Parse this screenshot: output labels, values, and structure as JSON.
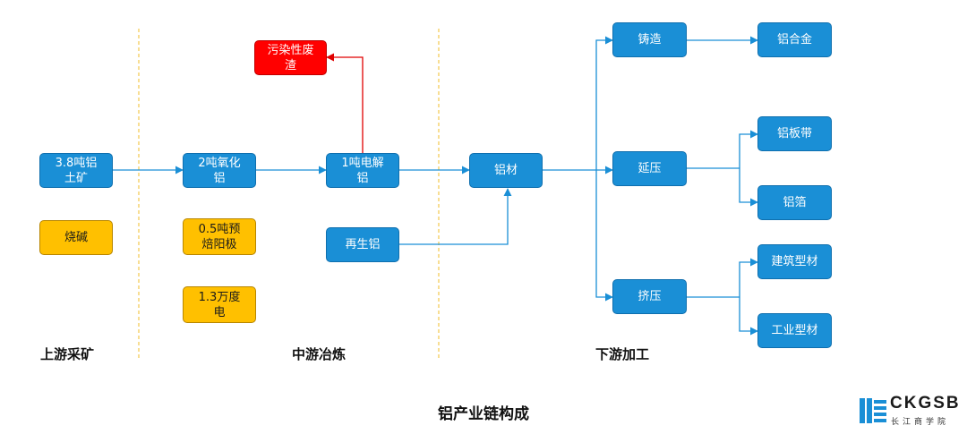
{
  "caption": "铝产业链构成",
  "stages": {
    "upstream": "上游采矿",
    "midstream": "中游冶炼",
    "downstream": "下游加工"
  },
  "nodes": {
    "bauxite": "3.8吨铝\n土矿",
    "caustic_soda": "烧碱",
    "alumina": "2吨氧化\n铝",
    "prebaked_anode": "0.5吨预\n焙阳极",
    "electricity": "1.3万度\n电",
    "electrolytic_aluminum": "1吨电解\n铝",
    "polluting_slag": "污染性废\n渣",
    "recycled_aluminum": "再生铝",
    "aluminum_material": "铝材",
    "casting": "铸造",
    "rolling": "延压",
    "extrusion": "挤压",
    "aluminum_alloy": "铝合金",
    "aluminum_sheet": "铝板带",
    "aluminum_foil": "铝箔",
    "building_profile": "建筑型材",
    "industrial_profile": "工业型材"
  },
  "logo": {
    "wordmark": "CKGSB",
    "subtitle": "长江商学院"
  },
  "colors": {
    "process_box": "#1a8fd6",
    "input_box": "#ffc000",
    "waste_box": "#ff0000",
    "flow_arrow": "#1a8fd6",
    "waste_arrow": "#e00000",
    "stage_divider": "#f2c94c"
  }
}
